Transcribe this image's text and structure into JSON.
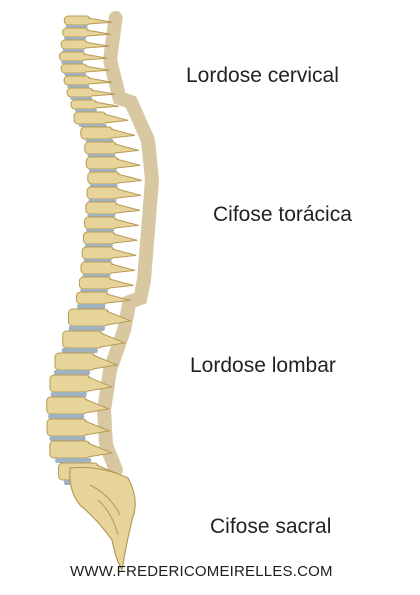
{
  "labels": {
    "cervical": "Lordose cervical",
    "toracica": "Cifose torácica",
    "lombar": "Lordose lombar",
    "sacral": "Cifose sacral"
  },
  "website": "WWW.FREDERICOMEIRELLES.COM",
  "colors": {
    "bone": "#e6d49a",
    "bone_shade": "#b89a55",
    "disc": "#9fb2bf",
    "text": "#222222"
  }
}
